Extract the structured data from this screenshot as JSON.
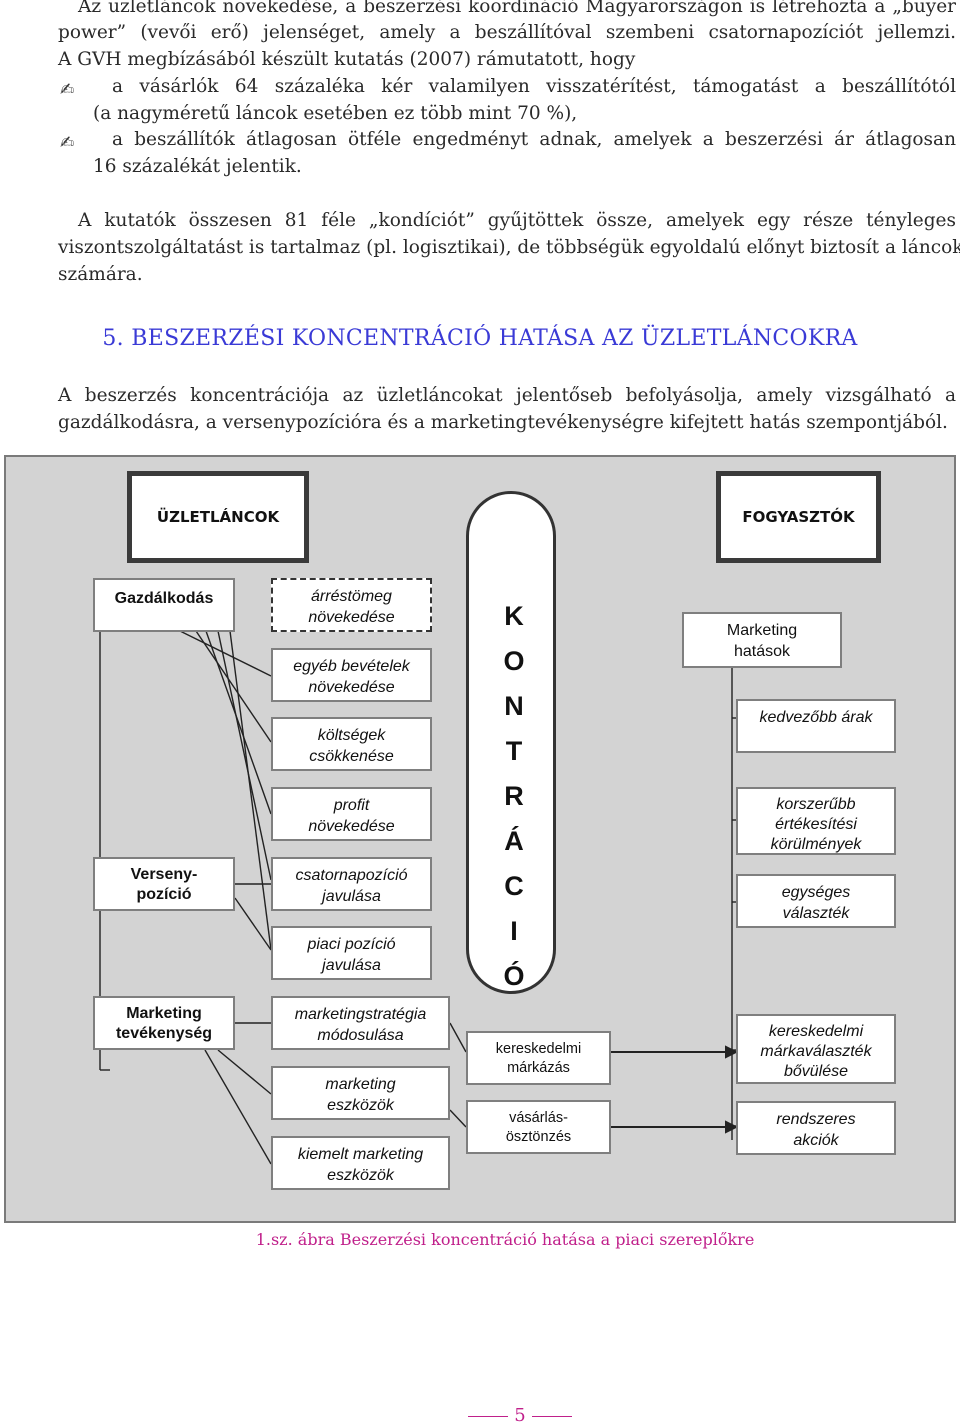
{
  "paragraph1": {
    "line1": "Az üzletláncok növekedése, a beszerzési koordináció Magyarországon is létrehozta a „buyer",
    "line2": "power” (vevői erő) jelenséget, amely a beszállítóval szembeni csatornapozíciót jellemzi.",
    "line3": "A GVH megbízásából készült kutatás (2007) rámutatott, hogy"
  },
  "bullets": {
    "b1_line1": "a vásárlók 64 százaléka kér valamilyen visszatérítést, támogatást a beszállítótól",
    "b1_line2": "(a nagyméretű láncok esetében ez több mint 70 %),",
    "b2_line1": "a beszállítók átlagosan ötféle engedményt adnak, amelyek a beszerzési ár átlagosan",
    "b2_line2": "16 százalékát jelentik.",
    "symbol": "✍"
  },
  "paragraph2": {
    "line1": "A kutatók összesen 81 féle „kondíciót” gyűjtöttek össze, amelyek egy része tényleges",
    "line2": "viszontszolgáltatást is tartalmaz (pl. logisztikai), de többségük egyoldalú előnyt biztosít a láncok",
    "line3": "számára."
  },
  "heading": "5. BESZERZÉSI KONCENTRÁCIÓ HATÁSA AZ ÜZLETLÁNCOKRA",
  "paragraph3": {
    "line1": "A beszerzés koncentrációja az üzletláncokat jelentőseb befolyásolja, amely vizsgálható a",
    "line2": "gazdálkodásra, a versenypozícióra és a marketingtevékenységre kifejtett hatás szempontjából."
  },
  "diagram": {
    "uzletlancok": "ÜZLETLÁNCOK",
    "fogyasztok": "FOGYASZTÓK",
    "gazdalkodas": "Gazdálkodás",
    "versenypozicio": [
      "Verseny-",
      "pozíció"
    ],
    "marketing_tev": [
      "Marketing",
      "tevékenység"
    ],
    "arrestomeg": [
      "árréstömeg",
      "növekedése"
    ],
    "egyeb": [
      "egyéb bevételek",
      "növekedése"
    ],
    "koltsegek": [
      "költségek",
      "csökkenése"
    ],
    "profit": [
      "profit",
      "növekedése"
    ],
    "csatorna": [
      "csatornapozíció",
      "javulása"
    ],
    "piaci": [
      "piaci pozíció",
      "javulása"
    ],
    "mstrategia": [
      "marketingstratégia",
      "módosulása"
    ],
    "meszkozok": [
      "marketing",
      "eszközök"
    ],
    "kiemelt": [
      "kiemelt marketing",
      "eszközök"
    ],
    "koncentracio_letters": [
      "K",
      "O",
      "N",
      "T",
      "R",
      "Á",
      "C",
      "I",
      "Ó"
    ],
    "kereskedelmi_markazas": [
      "kereskedelmi",
      "márkázás"
    ],
    "vasarlas": [
      "vásárlás-",
      "ösztönzés"
    ],
    "marketing_hatasok": [
      "Marketing",
      "hatások"
    ],
    "kedvezobb": "kedvezőbb árak",
    "korszerubb": [
      "korszerűbb",
      "értékesítési",
      "körülmények"
    ],
    "egyseges": [
      "egységes",
      "választék"
    ],
    "markavalasztek": [
      "kereskedelmi",
      "márkaválaszték",
      "bővülése"
    ],
    "rendszeres": [
      "rendszeres",
      "akciók"
    ]
  },
  "caption": "1.sz. ábra Beszerzési koncentráció hatása a piaci szereplőkre",
  "page_number": "5"
}
